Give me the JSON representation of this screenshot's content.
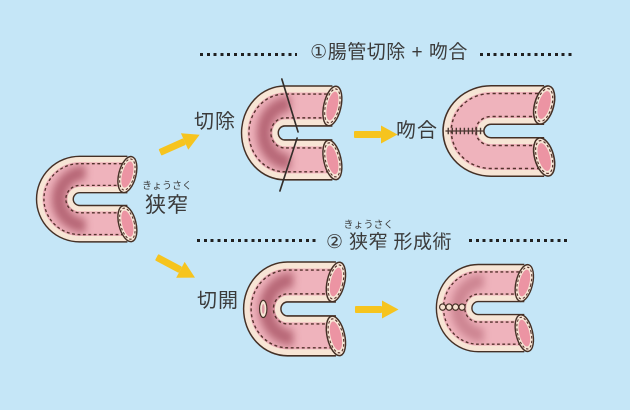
{
  "diagram": {
    "title_top": "①腸管切除 + 吻合",
    "title_bottom": {
      "prefix": "②",
      "base": "狭窄",
      "ruby": "きょうさく",
      "suffix": "形成術"
    },
    "labels": {
      "stenosis_base": "狭窄",
      "stenosis_ruby": "きょうさく",
      "resection": "切除",
      "anastomosis": "吻合",
      "incision": "切開"
    },
    "colors": {
      "background": "#c5e6f7",
      "text": "#3b3b3b",
      "dots": "#202020",
      "arrow": "#f6c41e",
      "pink": "#efb3bc",
      "cream": "#f7e5d5",
      "outline": "#443026",
      "dash": "#54312b",
      "shade": "#ad5a6a",
      "lumen": "#ec94a3",
      "cut": "#332d29",
      "suture": "#4c3832"
    },
    "icons": {
      "arrow": "yellow-arrow",
      "illustration_left": "stenosed-intestine",
      "illustration_top_mid": "intestine-with-cut-lines",
      "illustration_top_right": "intestine-anastomosis-suture",
      "illustration_bottom_mid": "intestine-longitudinal-incision",
      "illustration_bottom_right": "intestine-transverse-suture-closure"
    }
  }
}
